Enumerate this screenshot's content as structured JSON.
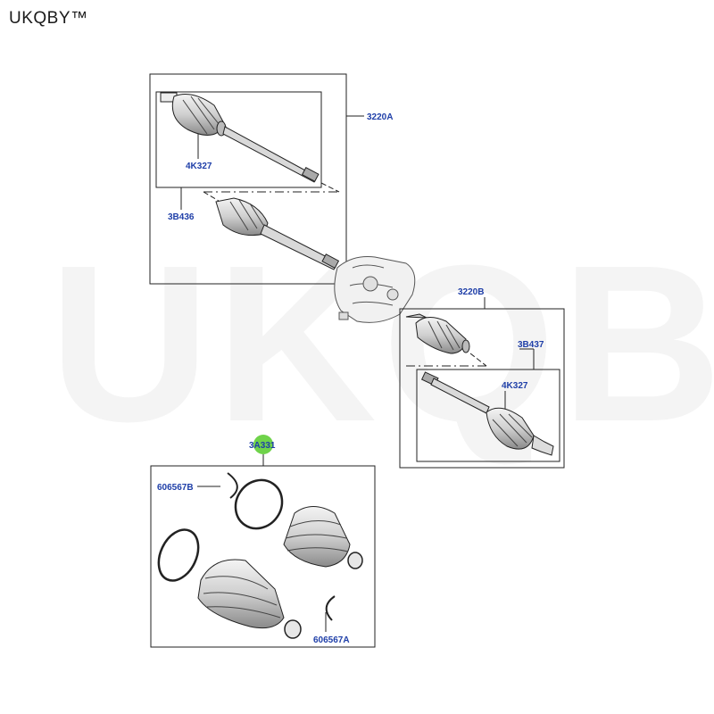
{
  "brand": "UKQBY™",
  "watermark": "UKQBY™",
  "labels": {
    "l3220A": "3220A",
    "l4K327_top": "4K327",
    "l3B436": "3B436",
    "l3220B": "3220B",
    "l3B437": "3B437",
    "l4K327_right": "4K327",
    "l3A331": "3A331",
    "l606567B": "606567B",
    "l606567A": "606567A"
  },
  "colors": {
    "label_blue": "#1f3fa8",
    "highlight_green": "#6fd34a"
  }
}
